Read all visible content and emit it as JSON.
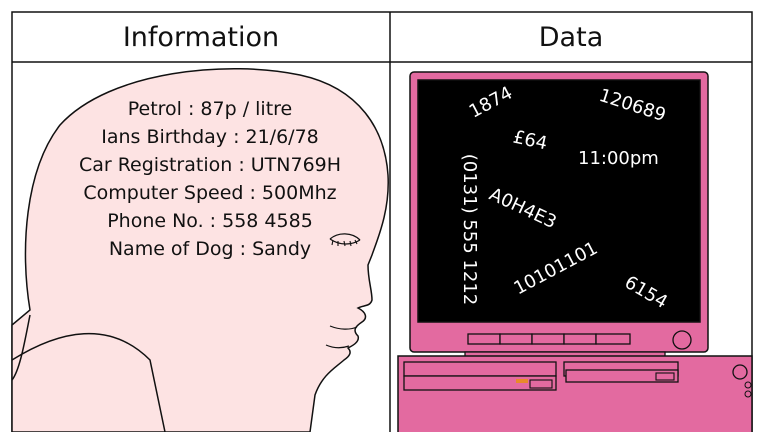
{
  "headers": {
    "information": "Information",
    "data": "Data"
  },
  "information": {
    "lines": [
      "Petrol : 87p / litre",
      "Ians Birthday : 21/6/78",
      "Car Registration : UTN769H",
      "Computer Speed : 500Mhz",
      "Phone No. : 558 4585",
      "Name of Dog : Sandy"
    ]
  },
  "data_screen": {
    "values": [
      "1874",
      "120689",
      "£64",
      "11:00pm",
      "(0131) 555 1212",
      "A0H4E3",
      "10101101",
      "6154"
    ]
  },
  "colors": {
    "head_fill": "#fde3e3",
    "computer_pink": "#e36aa0",
    "screen_black": "#000000",
    "accent_orange": "#e88a2a"
  }
}
